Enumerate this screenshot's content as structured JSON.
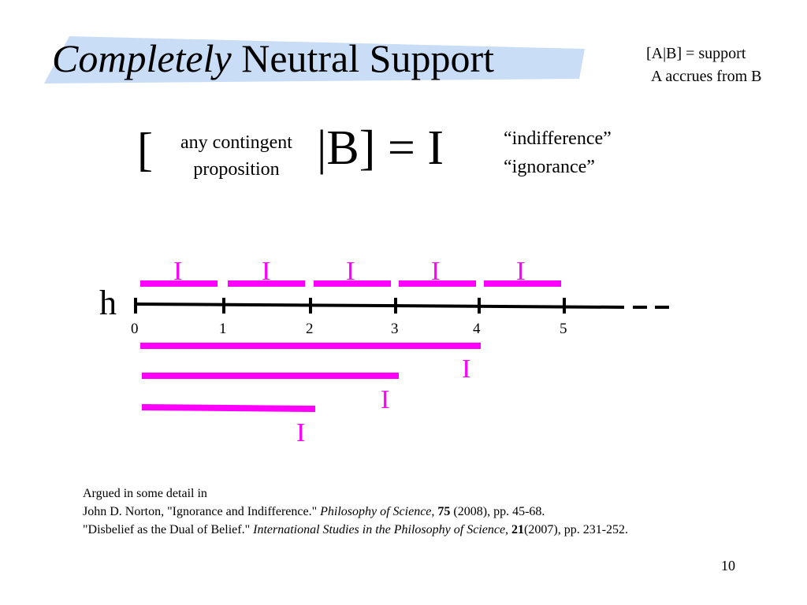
{
  "title": {
    "emphasis": "Completely",
    "rest": "Neutral Support"
  },
  "note": {
    "line1": "[A|B] = support",
    "line2": "A accrues from B"
  },
  "formula": {
    "open_bracket": "[",
    "line1": "any contingent",
    "line2": "proposition",
    "rest": "|B] = I"
  },
  "quotes": {
    "line1": "“indifference”",
    "line2": "“ignorance”"
  },
  "diagram": {
    "axis_label": "h",
    "ticks": [
      "0",
      "1",
      "2",
      "3",
      "4",
      "5"
    ],
    "interval_label": "I",
    "accent_color": "#ff00ff"
  },
  "references": {
    "intro": "Argued in some detail in",
    "ref1": {
      "pre": "John D. Norton, \"Ignorance and Indifference.\" ",
      "journal": "Philosophy of Science",
      "sep": ", ",
      "volume": "75",
      "post": " (2008), pp. 45-68."
    },
    "ref2": {
      "pre": "\"Disbelief as the Dual of Belief.\" ",
      "journal": "International Studies in the Philosophy of Science",
      "sep": ", ",
      "volume": "21",
      "post": "(2007), pp. 231-252."
    }
  },
  "page_number": "10"
}
